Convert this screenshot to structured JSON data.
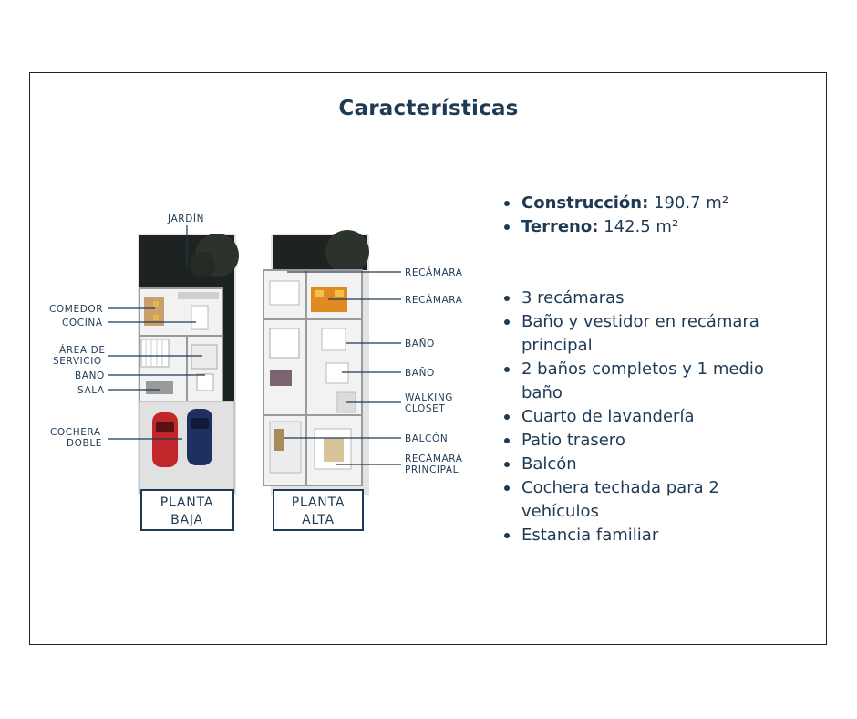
{
  "title": "Características",
  "specs": [
    {
      "label": "Construcción:",
      "value": "190.7 m²"
    },
    {
      "label": "Terreno:",
      "value": "142.5 m²"
    }
  ],
  "features": [
    "3 recámaras",
    "Baño y vestidor en recámara principal",
    "2 baños completos y 1 medio baño",
    "Cuarto de lavandería",
    "Patio trasero",
    "Balcón",
    "Cochera techada para 2 vehículos",
    "Estancia familiar"
  ],
  "plans": {
    "ground": {
      "title_line1": "PLANTA",
      "title_line2": "BAJA",
      "labels": {
        "garden": "JARDÍN",
        "dining": "COMEDOR",
        "kitchen": "COCINA",
        "service_line1": "ÁREA DE",
        "service_line2": "SERVICIO",
        "bath": "BAÑO",
        "living": "SALA",
        "garage_line1": "COCHERA",
        "garage_line2": "DOBLE"
      }
    },
    "upper": {
      "title_line1": "PLANTA",
      "title_line2": "ALTA",
      "labels": {
        "bedroom1": "RECÁMARA",
        "bedroom2": "RECÁMARA",
        "bath1": "BAÑO",
        "bath2": "BAÑO",
        "closet_line1": "WALKING",
        "closet_line2": "CLOSET",
        "balcony": "BALCÓN",
        "master_line1": "RECÁMARA",
        "master_line2": "PRINCIPAL"
      }
    }
  },
  "colors": {
    "text": "#1f3a54",
    "garden": "#1c2320",
    "car_left": "#c0262a",
    "car_right": "#1e3060"
  }
}
